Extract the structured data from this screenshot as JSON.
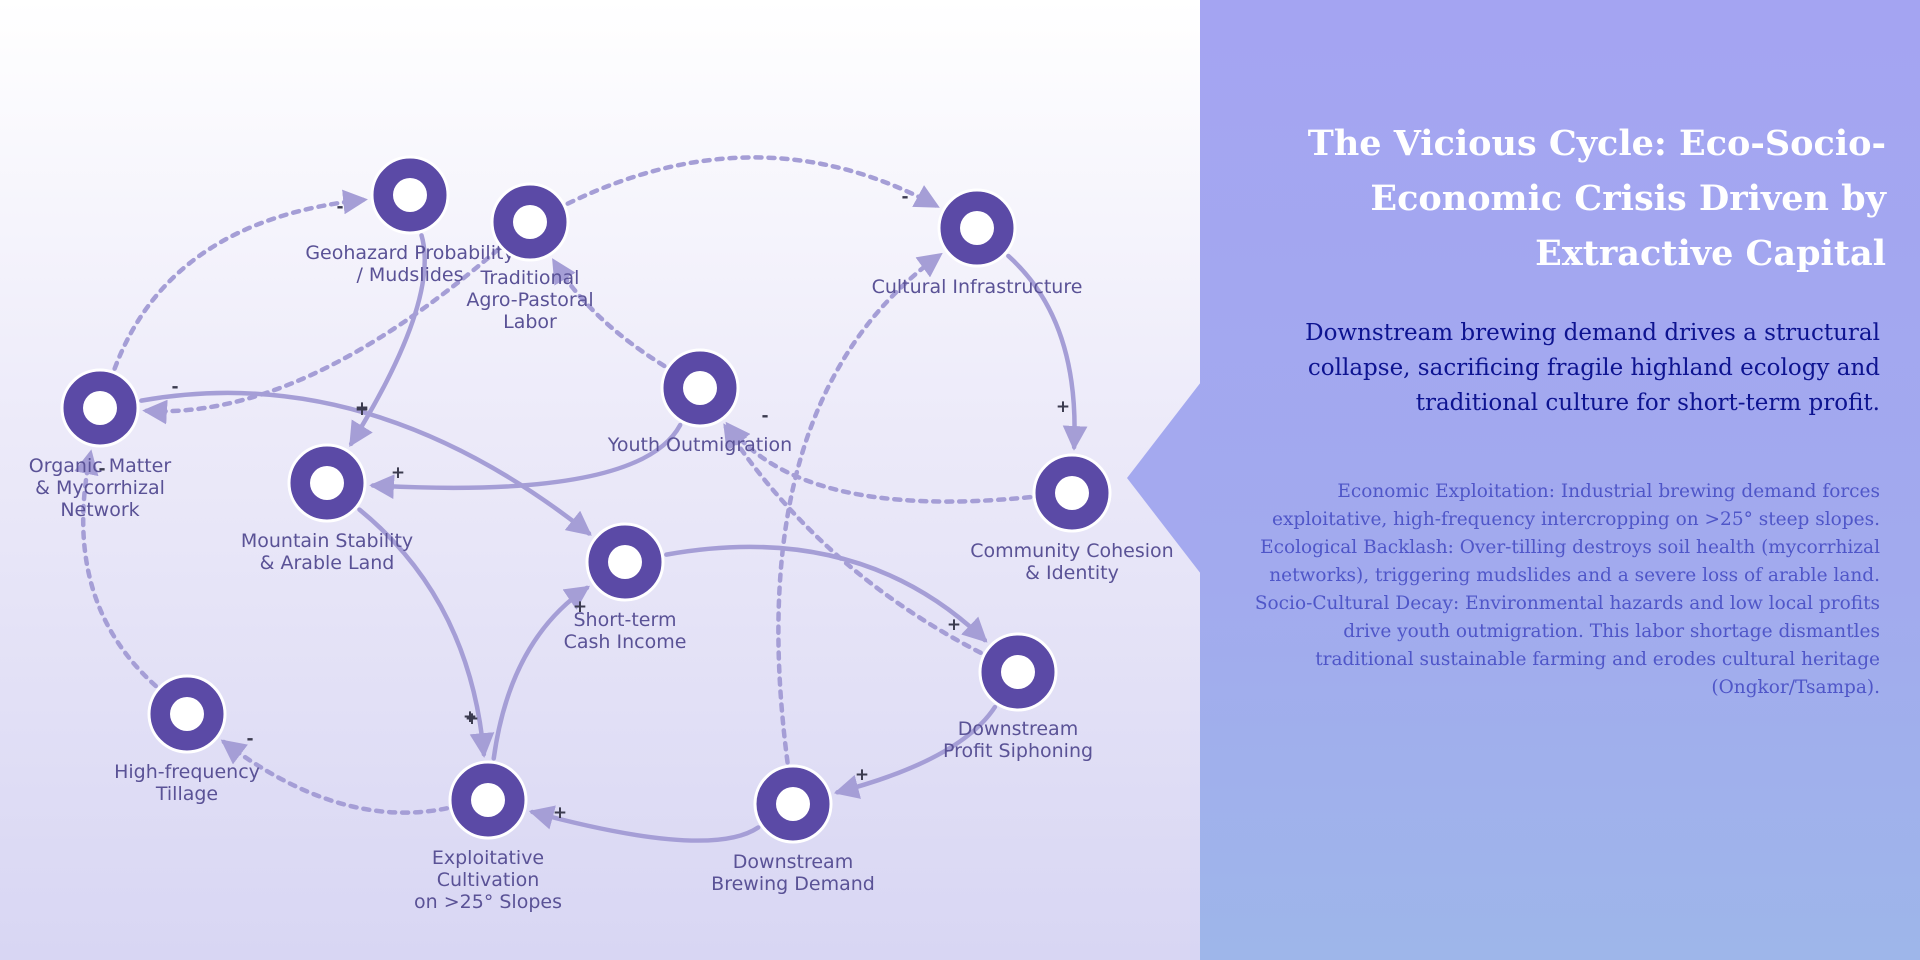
{
  "diagram": {
    "nodes": [
      {
        "id": "geohazard",
        "label": "Geohazard Probability\n/ Mudslides"
      },
      {
        "id": "trad_labor",
        "label": "Traditional\nAgro-Pastoral\nLabor"
      },
      {
        "id": "cultural_infra",
        "label": "Cultural Infrastructure"
      },
      {
        "id": "organic",
        "label": "Organic Matter\n& Mycorrhizal\nNetwork"
      },
      {
        "id": "youth",
        "label": "Youth Outmigration"
      },
      {
        "id": "mountain",
        "label": "Mountain Stability\n& Arable Land"
      },
      {
        "id": "community",
        "label": "Community Cohesion\n& Identity"
      },
      {
        "id": "cash",
        "label": "Short-term\nCash Income"
      },
      {
        "id": "profit",
        "label": "Downstream\nProfit Siphoning"
      },
      {
        "id": "tillage",
        "label": "High-frequency\nTillage"
      },
      {
        "id": "exploit",
        "label": "Exploitative\nCultivation\non >25° Slopes"
      },
      {
        "id": "brewing",
        "label": "Downstream\nBrewing Demand"
      }
    ],
    "edges": [
      {
        "from": "brewing",
        "to": "exploit",
        "sign": "+",
        "style": "solid"
      },
      {
        "from": "profit",
        "to": "brewing",
        "sign": "+",
        "style": "solid"
      },
      {
        "from": "exploit",
        "to": "cash",
        "sign": "+",
        "style": "solid"
      },
      {
        "from": "cash",
        "to": "profit",
        "sign": "+",
        "style": "solid"
      },
      {
        "from": "exploit",
        "to": "tillage",
        "sign": "-",
        "style": "dashed"
      },
      {
        "from": "tillage",
        "to": "organic",
        "sign": "-",
        "style": "dashed"
      },
      {
        "from": "organic",
        "to": "geohazard",
        "sign": "-",
        "style": "dashed"
      },
      {
        "from": "geohazard",
        "to": "mountain",
        "sign": "+",
        "style": "solid"
      },
      {
        "from": "mountain",
        "to": "exploit",
        "sign": "+",
        "style": "solid"
      },
      {
        "from": "organic",
        "to": "cash",
        "sign": "+",
        "style": "solid"
      },
      {
        "from": "trad_labor",
        "to": "organic",
        "sign": "-",
        "style": "dashed"
      },
      {
        "from": "youth",
        "to": "trad_labor",
        "sign": "-",
        "style": "dashed"
      },
      {
        "from": "youth",
        "to": "mountain",
        "sign": "+",
        "style": "solid"
      },
      {
        "from": "trad_labor",
        "to": "cultural_infra",
        "sign": "-",
        "style": "dashed"
      },
      {
        "from": "cultural_infra",
        "to": "community",
        "sign": "+",
        "style": "solid"
      },
      {
        "from": "community",
        "to": "youth",
        "sign": "-",
        "style": "dashed"
      },
      {
        "from": "profit",
        "to": "youth",
        "sign": "+",
        "style": "dashed"
      },
      {
        "from": "brewing",
        "to": "cultural_infra",
        "sign": "",
        "style": "dashed"
      }
    ]
  },
  "panel": {
    "title": "The Vicious Cycle: Eco-Socio-Economic Crisis Driven by Extractive Capital",
    "subtitle": "Downstream brewing demand drives a structural collapse, sacrificing fragile highland ecology and traditional culture for short-term profit.",
    "points": [
      "Economic Exploitation: Industrial brewing demand forces exploitative, high-frequency intercropping on >25° steep slopes.",
      "Ecological Backlash: Over-tilling destroys soil health (mycorrhizal networks), triggering mudslides and a severe loss of arable land.",
      "Socio-Cultural Decay: Environmental hazards and low local profits drive youth outmigration. This labor shortage dismantles traditional sustainable farming and erodes cultural heritage (Ongkor/Tsampa)."
    ]
  },
  "colors": {
    "node_fill": "#5b4aa6",
    "node_core": "#ffffff",
    "edge": "#a59ed6",
    "label": "#5a5296",
    "title": "#ffffff",
    "subtitle": "#0d1390",
    "points": "#4f56c8"
  }
}
